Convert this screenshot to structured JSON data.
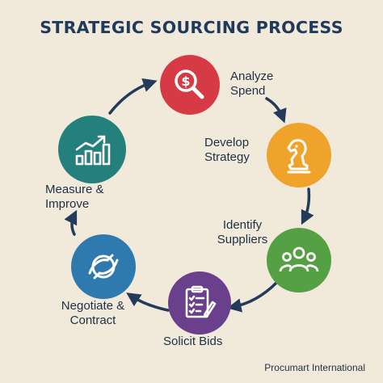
{
  "title": "STRATEGIC SOURCING PROCESS",
  "steps": [
    {
      "line1": "Analyze",
      "line2": "Spend",
      "color": "#d63a45",
      "icon": "dollar-magnifier-icon"
    },
    {
      "line1": "Develop",
      "line2": "Strategy",
      "color": "#f0a32a",
      "icon": "chess-knight-icon"
    },
    {
      "line1": "Identify",
      "line2": "Suppliers",
      "color": "#54a043",
      "icon": "people-group-icon"
    },
    {
      "line1": "Solicit Bids",
      "line2": "",
      "color": "#6a3f8c",
      "icon": "clipboard-checklist-icon"
    },
    {
      "line1": "Negotiate &",
      "line2": "Contract",
      "color": "#2e79ad",
      "icon": "handshake-icon"
    },
    {
      "line1": "Measure &",
      "line2": "Improve",
      "color": "#24807c",
      "icon": "growth-chart-icon"
    }
  ],
  "footer": "Procumart International",
  "colors": {
    "title": "#1f3a5c",
    "text": "#1f2f46",
    "arrow": "#243a5a",
    "background": "#f1eadb"
  }
}
